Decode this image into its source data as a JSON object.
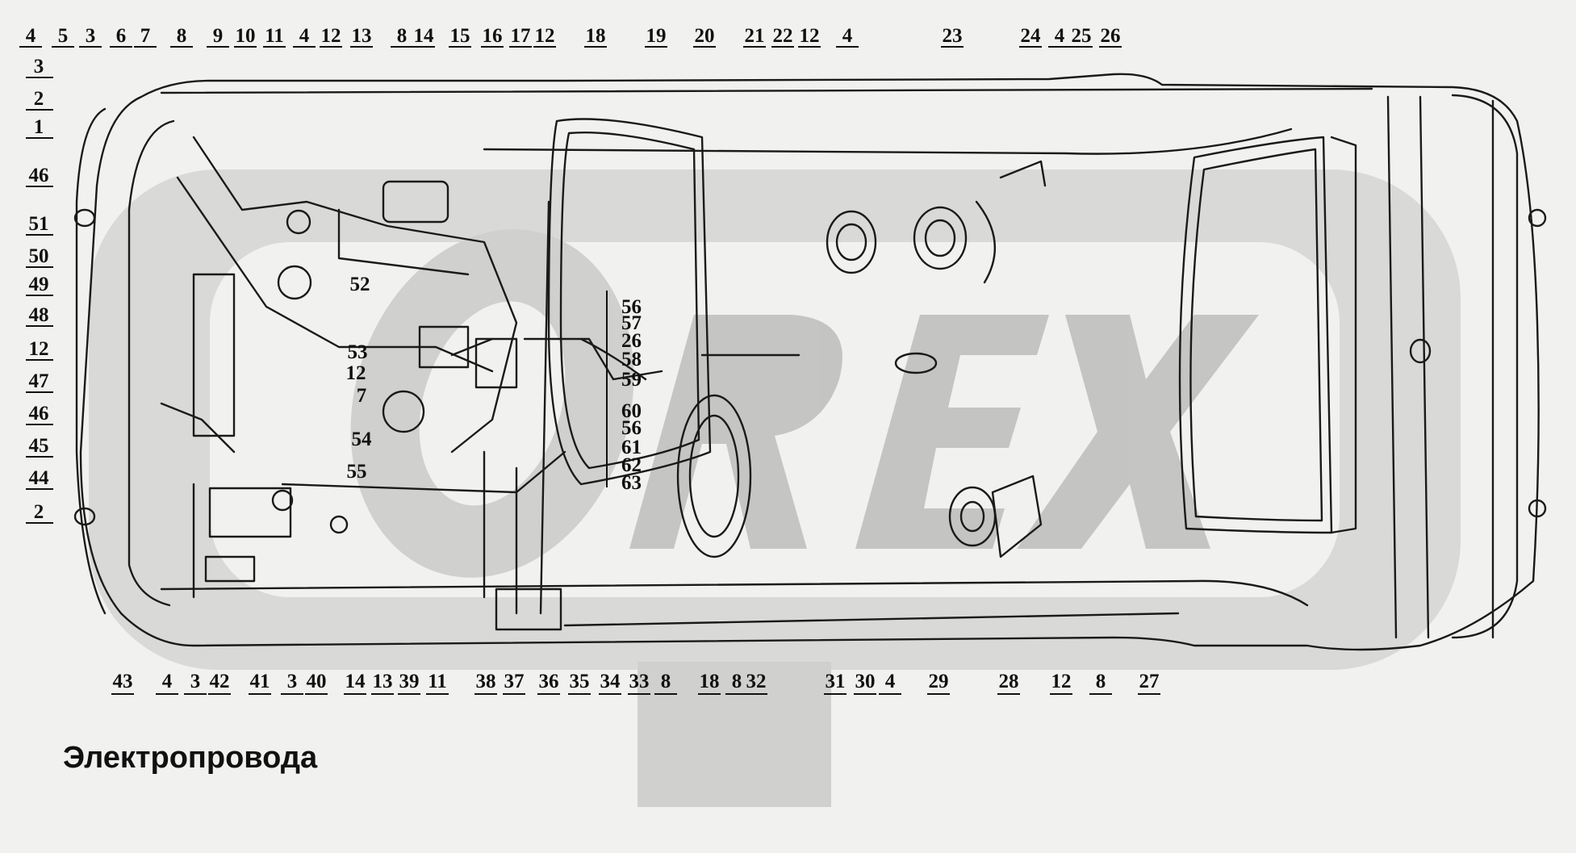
{
  "title": "Электропровода",
  "watermark_text": "OREX",
  "colors": {
    "background": "#f1f1ef",
    "watermark": "#d4d4d2",
    "ink": "#111111"
  },
  "callouts": {
    "top": [
      "4",
      "5",
      "3",
      "6",
      "7",
      "8",
      "9",
      "10",
      "11",
      "4",
      "12",
      "13",
      "8",
      "14",
      "15",
      "16",
      "17",
      "12",
      "18",
      "19",
      "20",
      "21",
      "22",
      "12",
      "4",
      "23",
      "24",
      "4",
      "25",
      "26"
    ],
    "left": [
      "3",
      "2",
      "1",
      "46",
      "51",
      "50",
      "49",
      "48",
      "12",
      "47",
      "46",
      "45",
      "44",
      "2"
    ],
    "right_column": [
      "56",
      "57",
      "26",
      "58",
      "59",
      "60",
      "56",
      "61",
      "62",
      "63"
    ],
    "interior": [
      "52",
      "53",
      "12",
      "7",
      "54",
      "55"
    ],
    "bottom": [
      "43",
      "4",
      "3",
      "42",
      "41",
      "3",
      "40",
      "14",
      "13",
      "39",
      "11",
      "38",
      "37",
      "36",
      "35",
      "34",
      "33",
      "8",
      "18",
      "8",
      "32",
      "31",
      "30",
      "4",
      "29",
      "28",
      "12",
      "8",
      "27"
    ]
  }
}
